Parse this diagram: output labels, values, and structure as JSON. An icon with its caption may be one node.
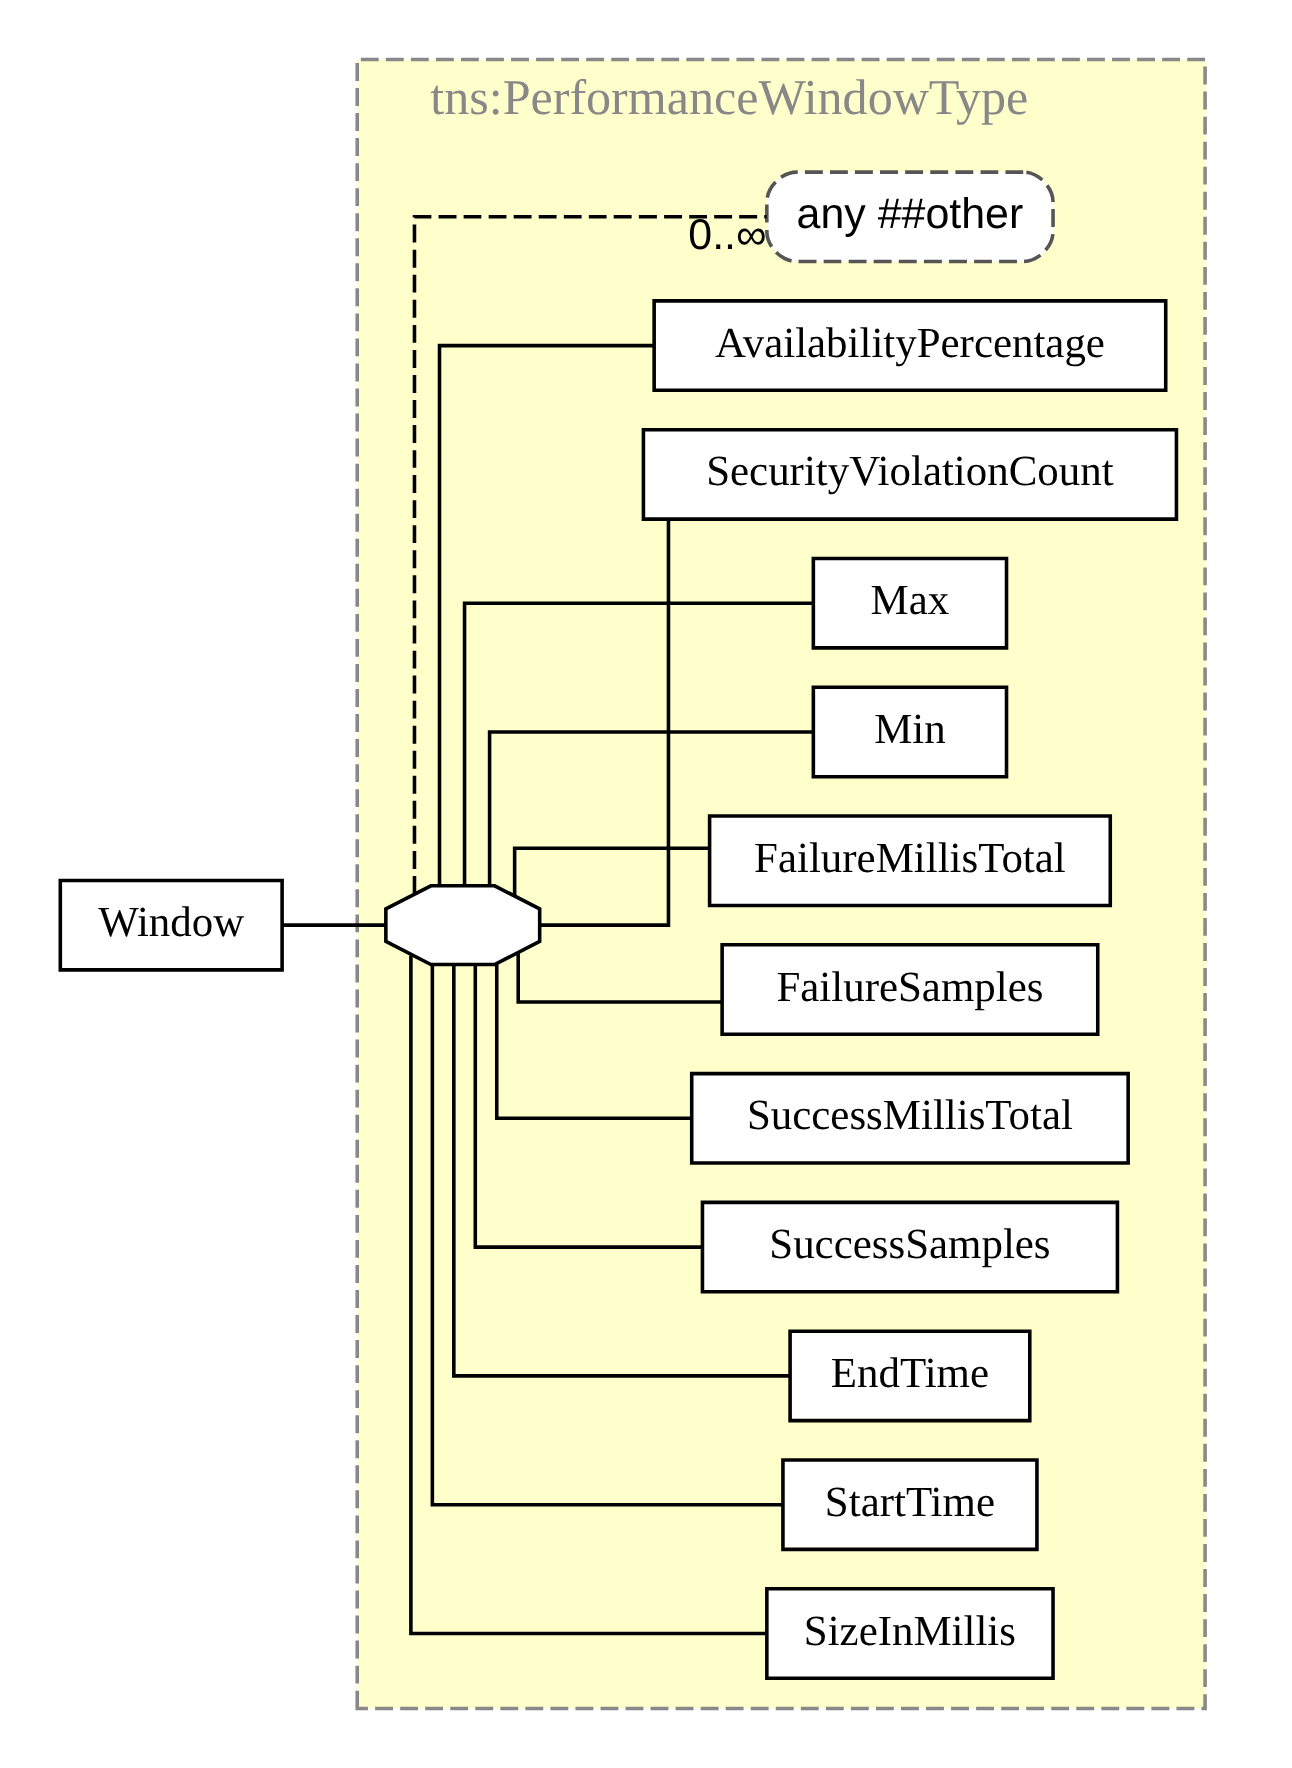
{
  "diagram": {
    "nodes": [
      {
        "text": [
          "tns:PerformanceWindowType"
        ]
      },
      {
        "text": [
          "Window"
        ]
      },
      {
        "text": [],
        "shape": "octagon",
        "in": 0
      },
      {
        "text": [
          "SizeInMillis"
        ],
        "in": 0
      },
      {
        "text": [
          "StartTime"
        ],
        "in": 0
      },
      {
        "text": [
          "EndTime"
        ],
        "in": 0
      },
      {
        "text": [
          "SuccessSamples"
        ],
        "in": 0
      },
      {
        "text": [
          "SuccessMillisTotal"
        ],
        "in": 0
      },
      {
        "text": [
          "FailureSamples"
        ],
        "in": 0
      },
      {
        "text": [
          "FailureMillisTotal"
        ],
        "in": 0
      },
      {
        "text": [
          "Min"
        ],
        "in": 0
      },
      {
        "text": [
          "Max"
        ],
        "in": 0
      },
      {
        "text": [
          "SecurityViolationCount"
        ],
        "in": 0
      },
      {
        "text": [
          "AvailabilityPercentage"
        ],
        "in": 0
      },
      {
        "text": [
          "any ##other"
        ],
        "beside": [
          "0..∞"
        ],
        "in": 0
      }
    ],
    "edges": [
      {
        "from": 1,
        "to": 2,
        "arrow": "none"
      },
      {
        "from": 2,
        "to": 3,
        "arrow": "none"
      },
      {
        "from": 2,
        "to": 4,
        "arrow": "none"
      },
      {
        "from": 2,
        "to": 5,
        "arrow": "none"
      },
      {
        "from": 2,
        "to": 6,
        "arrow": "none"
      },
      {
        "from": 2,
        "to": 7,
        "arrow": "none"
      },
      {
        "from": 2,
        "to": 8,
        "arrow": "none"
      },
      {
        "from": 2,
        "to": 9,
        "arrow": "none"
      },
      {
        "from": 2,
        "to": 10,
        "arrow": "none"
      },
      {
        "from": 2,
        "to": 11,
        "arrow": "none"
      },
      {
        "from": 2,
        "to": 12,
        "arrow": "none"
      },
      {
        "from": 2,
        "to": 13,
        "arrow": "none"
      },
      {
        "from": 2,
        "to": 14,
        "arrow": "none",
        "style": "dashed"
      }
    ]
  }
}
